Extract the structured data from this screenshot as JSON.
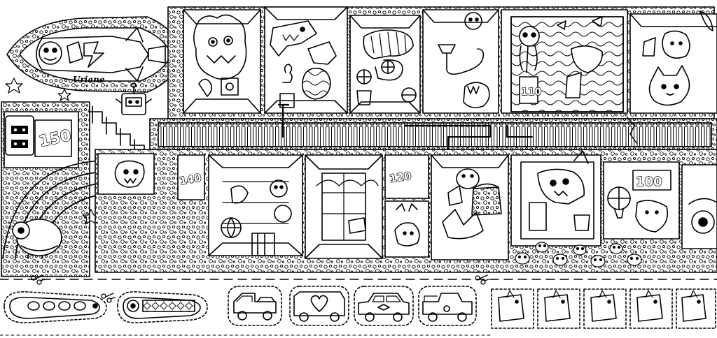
{
  "page": {
    "rocket_label": "Uriane",
    "numbers": {
      "tower": "150",
      "room_a": "140",
      "room_b": "120",
      "room_c": "110",
      "room_d": "100"
    }
  },
  "palette": {
    "ink": "#000000",
    "paper": "#ffffff"
  },
  "icons": [
    "scissors-icon",
    "scissors-icon",
    "scissors-icon"
  ]
}
